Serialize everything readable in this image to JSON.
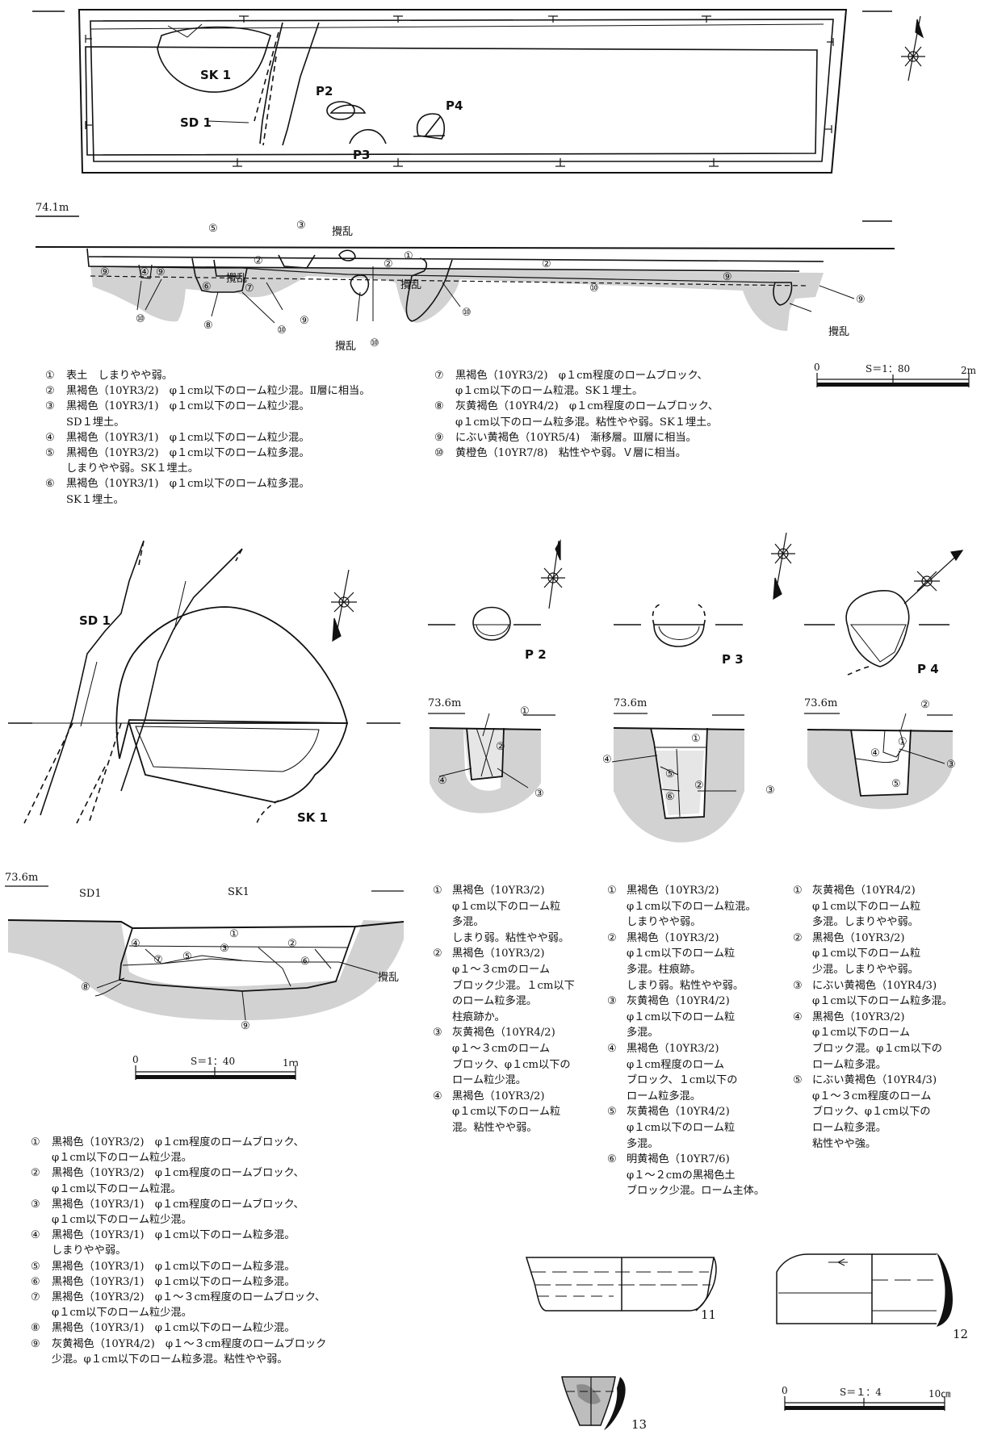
{
  "plan": {
    "labels": {
      "sk1": "SK 1",
      "sd1": "SD 1",
      "p2": "P2",
      "p3": "P3",
      "p4": "P4"
    }
  },
  "section_main": {
    "elevation": "74.1m",
    "disturb": "攪乱",
    "markers": [
      "①",
      "②",
      "③",
      "④",
      "⑤",
      "⑥",
      "⑦",
      "⑧",
      "⑨",
      "⑩"
    ]
  },
  "legend_main": [
    {
      "n": "①",
      "lines": [
        "表土　しまりやや弱。"
      ]
    },
    {
      "n": "②",
      "lines": [
        "黒褐色（10YR3/2)　φ１cm以下のローム粒少混。Ⅱ層に相当。"
      ]
    },
    {
      "n": "③",
      "lines": [
        "黒褐色（10YR3/1)　φ１cm以下のローム粒少混。",
        "SD１埋土。"
      ]
    },
    {
      "n": "④",
      "lines": [
        "黒褐色（10YR3/1)　φ１cm以下のローム粒少混。"
      ]
    },
    {
      "n": "⑤",
      "lines": [
        "黒褐色（10YR3/2)　φ１cm以下のローム粒多混。",
        "しまりやや弱。SK１埋土。"
      ]
    },
    {
      "n": "⑥",
      "lines": [
        "黒褐色（10YR3/1)　φ１cm以下のローム粒多混。",
        "SK１埋土。"
      ]
    },
    {
      "n": "⑦",
      "lines": [
        "黒褐色（10YR3/2)　φ１cm程度のロームブロック、",
        "φ１cm以下のローム粒混。SK１埋土。"
      ]
    },
    {
      "n": "⑧",
      "lines": [
        "灰黄褐色（10YR4/2)　φ１cm程度のロームブロック、",
        "φ１cm以下のローム粒多混。粘性やや弱。SK１埋土。"
      ]
    },
    {
      "n": "⑨",
      "lines": [
        "にぶい黄褐色（10YR5/4)　漸移層。Ⅲ層に相当。"
      ]
    },
    {
      "n": "⑩",
      "lines": [
        "黄橙色（10YR7/8)　粘性やや弱。Ｖ層に相当。"
      ]
    }
  ],
  "scale_80": {
    "zero": "0",
    "label": "S＝1：80",
    "end": "2m"
  },
  "scale_40": {
    "zero": "0",
    "label": "S＝1：40",
    "end": "1ｍ"
  },
  "scale_4": {
    "zero": "0",
    "label": "S＝１：4",
    "end": "10㎝"
  },
  "sk_plan": {
    "sd1": "SD 1",
    "sk1": "SK 1"
  },
  "pits": {
    "p2": "P 2",
    "p3": "P 3",
    "p4": "P 4",
    "elev": "73.6m"
  },
  "sk_section": {
    "elev": "73.6m",
    "sd1": "SD1",
    "sk1": "SK1",
    "disturb": "攪乱"
  },
  "legend_sk": [
    {
      "n": "①",
      "lines": [
        "黒褐色（10YR3/2)　φ１cm程度のロームブロック、",
        "φ１cm以下のローム粒少混。"
      ]
    },
    {
      "n": "②",
      "lines": [
        "黒褐色（10YR3/2)　φ１cm程度のロームブロック、",
        "φ１cm以下のローム粒混。"
      ]
    },
    {
      "n": "③",
      "lines": [
        "黒褐色（10YR3/1)　φ１cm程度のロームブロック、",
        "φ１cm以下のローム粒少混。"
      ]
    },
    {
      "n": "④",
      "lines": [
        "黒褐色（10YR3/1)　φ１cm以下のローム粒多混。",
        "しまりやや弱。"
      ]
    },
    {
      "n": "⑤",
      "lines": [
        "黒褐色（10YR3/1)　φ１cm以下のローム粒多混。"
      ]
    },
    {
      "n": "⑥",
      "lines": [
        "黒褐色（10YR3/1)　φ１cm以下のローム粒多混。"
      ]
    },
    {
      "n": "⑦",
      "lines": [
        "黒褐色（10YR3/2)　φ１～３cm程度のロームブロック、",
        "φ１cm以下のローム粒少混。"
      ]
    },
    {
      "n": "⑧",
      "lines": [
        "黒褐色（10YR3/1)　φ１cm以下のローム粒少混。"
      ]
    },
    {
      "n": "⑨",
      "lines": [
        "灰黄褐色（10YR4/2)　φ１～３cm程度のロームブロック",
        "少混。φ１cm以下のローム粒多混。粘性やや弱。"
      ]
    }
  ],
  "legend_p2": [
    {
      "n": "①",
      "lines": [
        "黒褐色（10YR3/2)",
        "φ１cm以下のローム粒",
        "多混。",
        "しまり弱。粘性やや弱。"
      ]
    },
    {
      "n": "②",
      "lines": [
        "黒褐色（10YR3/2)",
        "φ１～３cmのローム",
        "ブロック少混。１cm以下",
        "のローム粒多混。",
        "柱痕跡か。"
      ]
    },
    {
      "n": "③",
      "lines": [
        "灰黄褐色（10YR4/2)",
        "φ１～３cmのローム",
        "ブロック、φ１cm以下の",
        "ローム粒少混。"
      ]
    },
    {
      "n": "④",
      "lines": [
        "黒褐色（10YR3/2)",
        "φ１cm以下のローム粒",
        "混。粘性やや弱。"
      ]
    }
  ],
  "legend_p3": [
    {
      "n": "①",
      "lines": [
        "黒褐色（10YR3/2)",
        "φ１cm以下のローム粒混。",
        "しまりやや弱。"
      ]
    },
    {
      "n": "②",
      "lines": [
        "黒褐色（10YR3/2)",
        "φ１cm以下のローム粒",
        "多混。柱痕跡。",
        "しまり弱。粘性やや弱。"
      ]
    },
    {
      "n": "③",
      "lines": [
        "灰黄褐色（10YR4/2)",
        "φ１cm以下のローム粒",
        "多混。"
      ]
    },
    {
      "n": "④",
      "lines": [
        "黒褐色（10YR3/2)",
        "φ１cm程度のローム",
        "ブロック、１cm以下の",
        "ローム粒多混。"
      ]
    },
    {
      "n": "⑤",
      "lines": [
        "灰黄褐色（10YR4/2)",
        "φ１cm以下のローム粒",
        "多混。"
      ]
    },
    {
      "n": "⑥",
      "lines": [
        "明黄褐色（10YR7/6)",
        "φ１～２cmの黒褐色土",
        "ブロック少混。ローム主体。"
      ]
    }
  ],
  "legend_p4": [
    {
      "n": "①",
      "lines": [
        "灰黄褐色（10YR4/2)",
        "φ１cm以下のローム粒",
        "多混。しまりやや弱。"
      ]
    },
    {
      "n": "②",
      "lines": [
        "黒褐色（10YR3/2)",
        "φ１cm以下のローム粒",
        "少混。しまりやや弱。"
      ]
    },
    {
      "n": "③",
      "lines": [
        "にぶい黄褐色（10YR4/3)",
        "φ１cm以下のローム粒多混。"
      ]
    },
    {
      "n": "④",
      "lines": [
        "黒褐色（10YR3/2)",
        "φ１cm以下のローム",
        "ブロック混。φ１cm以下の",
        "ローム粒多混。"
      ]
    },
    {
      "n": "⑤",
      "lines": [
        "にぶい黄褐色（10YR4/3)",
        "φ１～３cm程度のローム",
        "ブロック、φ１cm以下の",
        "ローム粒多混。",
        "粘性やや強。"
      ]
    }
  ],
  "artifacts": {
    "a11": "11",
    "a12": "12",
    "a13": "13"
  }
}
